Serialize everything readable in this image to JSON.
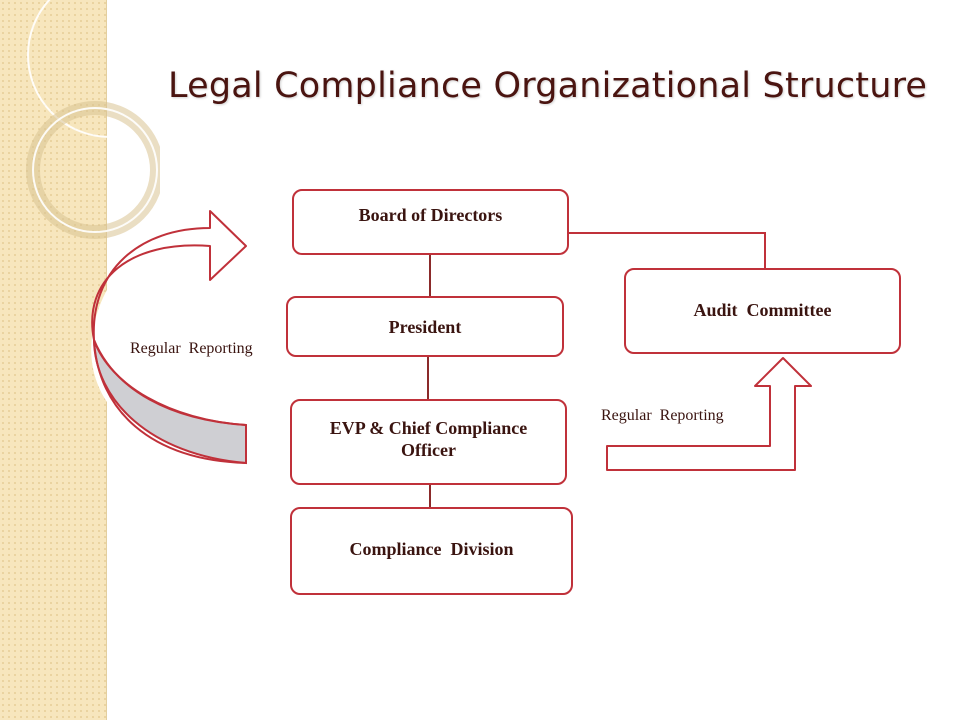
{
  "title": "Legal Compliance Organizational Structure",
  "boxes": {
    "board": "Board of Directors",
    "president": "President",
    "evp": "EVP & Chief Compliance Officer",
    "compliance_division": "Compliance  Division",
    "audit_committee": "Audit  Committee"
  },
  "labels": {
    "left_reporting": "Regular  Reporting",
    "right_reporting": "Regular  Reporting"
  },
  "colors": {
    "accent": "#c0313a",
    "title": "#4a1410",
    "text": "#3a1410",
    "side_strip": "#f7e6bd"
  }
}
